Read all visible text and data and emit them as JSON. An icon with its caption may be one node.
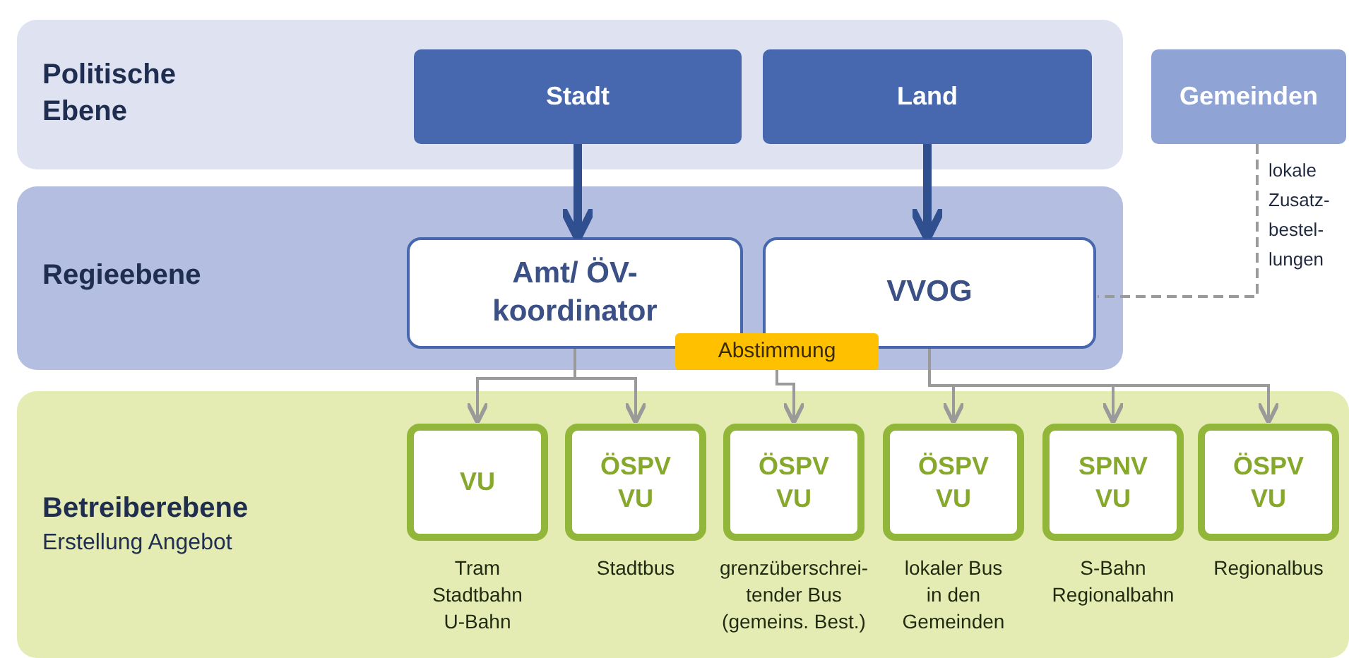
{
  "diagram": {
    "nodes": [
      {
        "text": [
          "Politische Ebene"
        ]
      },
      {
        "text": [
          "Regieebene"
        ]
      },
      {
        "text": [
          "Betreiberebene",
          "Erstellung Angebot"
        ]
      },
      {
        "text": [
          "Stadt"
        ],
        "in": 0
      },
      {
        "text": [
          "Land"
        ],
        "in": 0
      },
      {
        "text": [
          "Gemeinden"
        ]
      },
      {
        "text": [
          "Amt/ ÖV-koordinator"
        ],
        "in": 1
      },
      {
        "text": [
          "VVOG"
        ],
        "in": 1
      },
      {
        "text": [
          "Abstimmung"
        ],
        "in": 1
      },
      {
        "text": [
          "VU"
        ],
        "in": 2,
        "beside": [
          "Tram Stadtbahn U-Bahn"
        ]
      },
      {
        "text": [
          "ÖSPV",
          "VU"
        ],
        "in": 2,
        "beside": [
          "Stadtbus"
        ]
      },
      {
        "text": [
          "ÖSPV",
          "VU"
        ],
        "in": 2,
        "beside": [
          "grenzüberschrei- tender Bus (gemeins. Best.)"
        ]
      },
      {
        "text": [
          "ÖSPV",
          "VU"
        ],
        "in": 2,
        "beside": [
          "lokaler Bus in den Gemeinden"
        ]
      },
      {
        "text": [
          "SPNV",
          "VU"
        ],
        "in": 2,
        "beside": [
          "S-Bahn Regionalbahn"
        ]
      },
      {
        "text": [
          "ÖSPV",
          "VU"
        ],
        "in": 2,
        "beside": [
          "Regionalbus"
        ]
      }
    ],
    "edges": [
      {
        "from": 3,
        "to": 6,
        "arrow": "to",
        "style": "thick",
        "color": "#2f4f8f"
      },
      {
        "from": 4,
        "to": 7,
        "arrow": "to",
        "style": "thick",
        "color": "#2f4f8f"
      },
      {
        "from": 5,
        "to": 7,
        "arrow": "none",
        "style": "dashed",
        "label": "lokale Zusatz- bestel- lungen"
      },
      {
        "from": 6,
        "to": 9,
        "arrow": "to"
      },
      {
        "from": 6,
        "to": 10,
        "arrow": "to"
      },
      {
        "from": 8,
        "to": 11,
        "arrow": "to"
      },
      {
        "from": 7,
        "to": 12,
        "arrow": "to"
      },
      {
        "from": 7,
        "to": 13,
        "arrow": "to"
      },
      {
        "from": 7,
        "to": 14,
        "arrow": "to"
      }
    ]
  }
}
